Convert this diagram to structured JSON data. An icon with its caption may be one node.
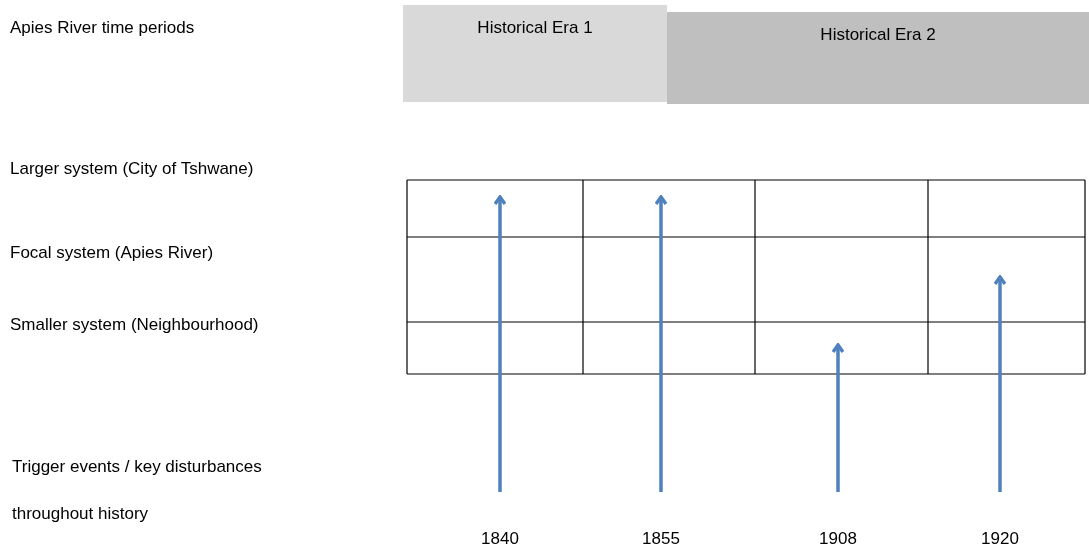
{
  "diagram": {
    "nodes": [
      {
        "text": [
          "Historical Era 1"
        ]
      },
      {
        "text": [
          "Historical Era 2"
        ]
      },
      {
        "text": [
          "1840"
        ]
      },
      {
        "text": [
          "1855"
        ]
      },
      {
        "text": [
          "1908"
        ]
      },
      {
        "text": [
          "1920"
        ]
      }
    ],
    "edges": [
      {
        "from": 2,
        "to": null,
        "arrow": "to"
      },
      {
        "from": 3,
        "to": null,
        "arrow": "to"
      },
      {
        "from": 4,
        "to": null,
        "arrow": "to"
      },
      {
        "from": 5,
        "to": null,
        "arrow": "to"
      }
    ],
    "labels": [
      "Apies River time periods",
      "Larger system (City of Tshwane)",
      "Focal system (Apies River)",
      "Smaller system (Neighbourhood)",
      "Trigger events / key disturbances throughout history"
    ]
  }
}
